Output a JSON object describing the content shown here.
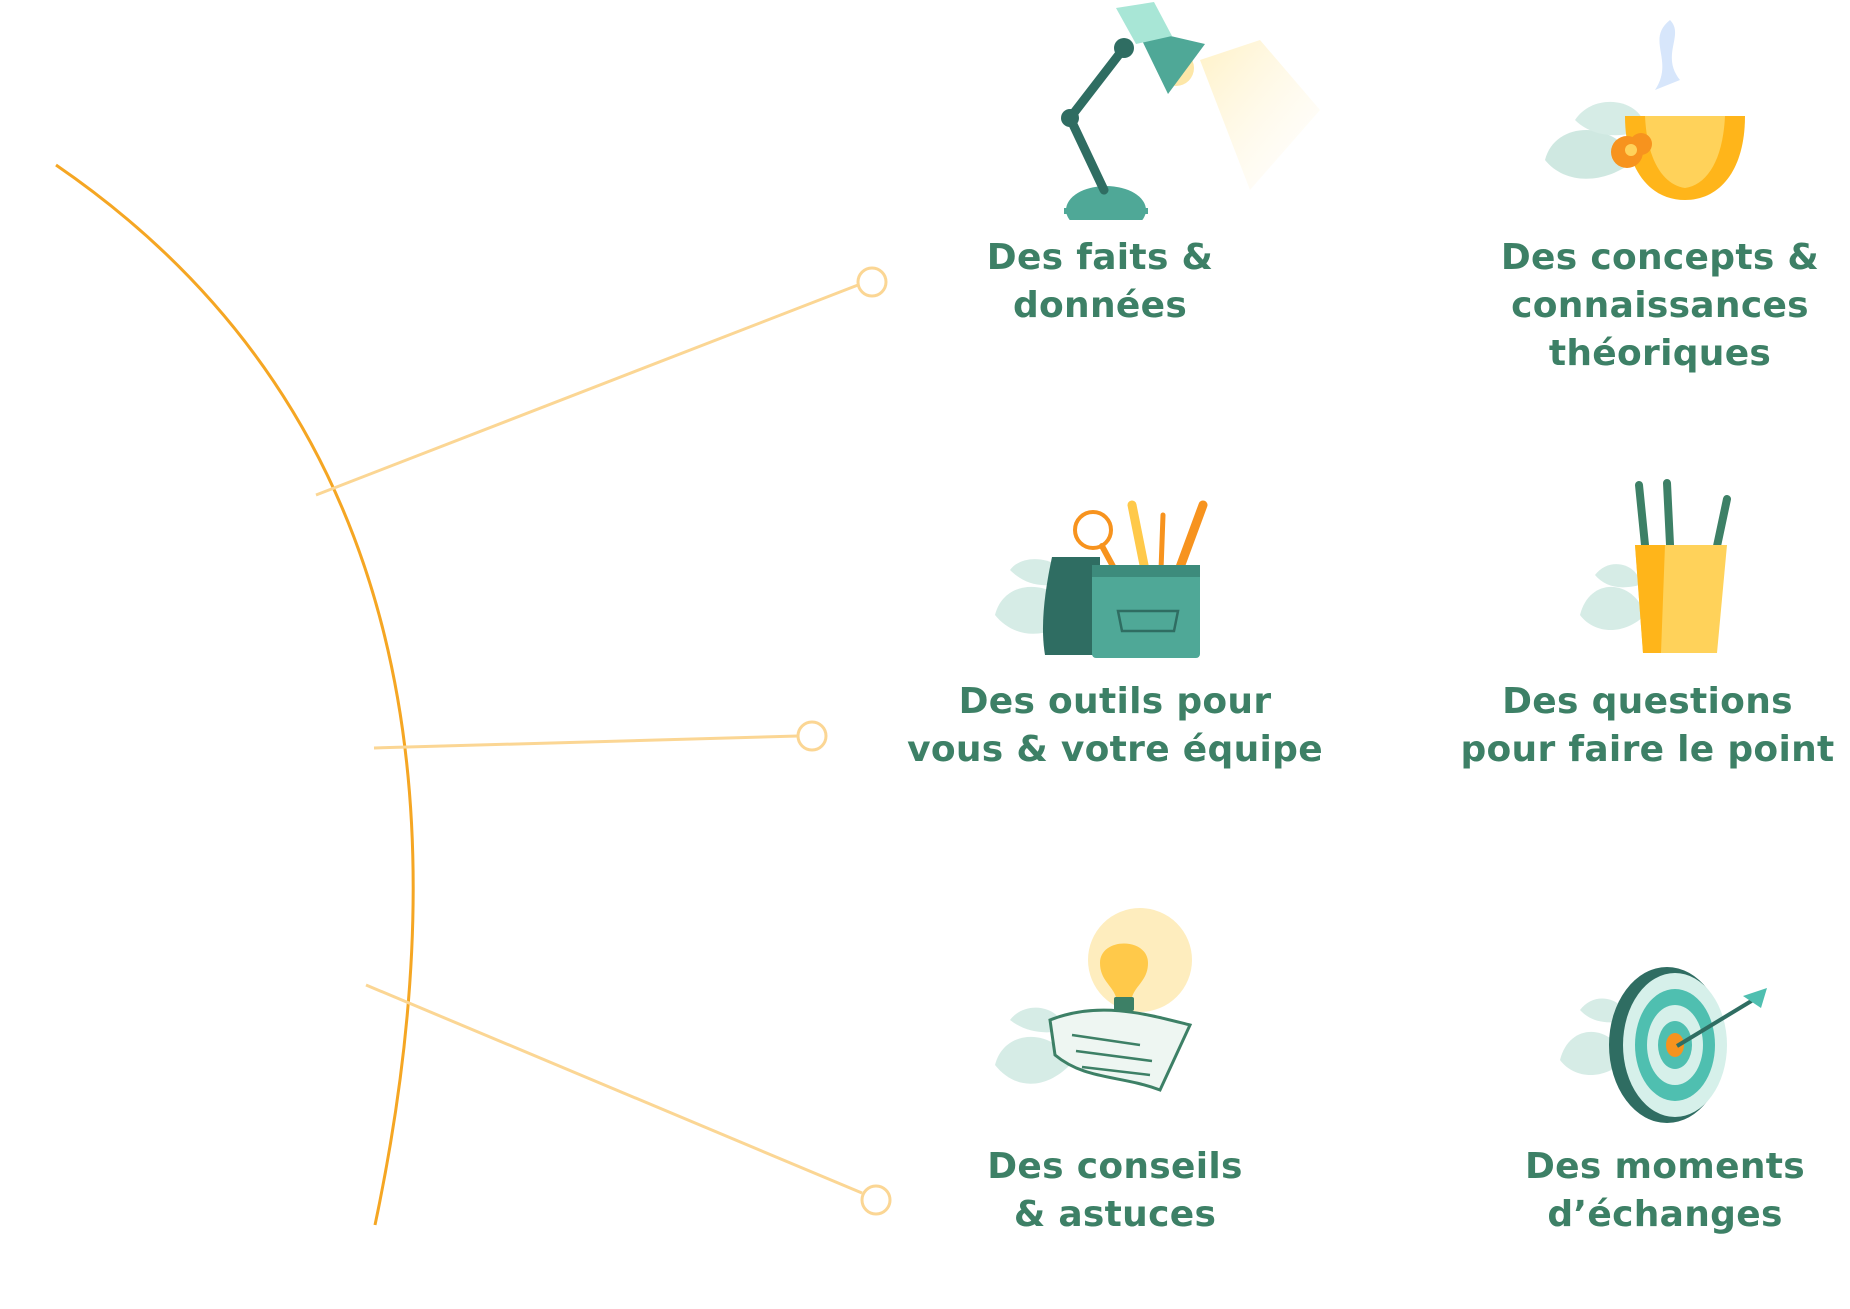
{
  "items": [
    {
      "line1": "Des faits &",
      "line2": "données",
      "icon": "desk-lamp-icon"
    },
    {
      "line1": "Des concepts &",
      "line2": "connaissances",
      "line3": "théoriques",
      "icon": "tea-cup-icon"
    },
    {
      "line1": "Des outils pour",
      "line2": "vous & votre équipe",
      "icon": "toolbag-icon"
    },
    {
      "line1": "Des questions",
      "line2": "pour faire le point",
      "icon": "pencil-cup-icon"
    },
    {
      "line1": "Des conseils",
      "line2": "& astuces",
      "icon": "lightbulb-note-icon"
    },
    {
      "line1": "Des moments",
      "line2": "d’échanges",
      "icon": "target-dart-icon"
    }
  ],
  "colors": {
    "text": "#3d8066",
    "arc": "#f5a623",
    "connector": "#fbd694",
    "teal": "#4fa897",
    "dark_teal": "#2f6d62",
    "yellow": "#ffc94a",
    "orange": "#f7931e"
  }
}
